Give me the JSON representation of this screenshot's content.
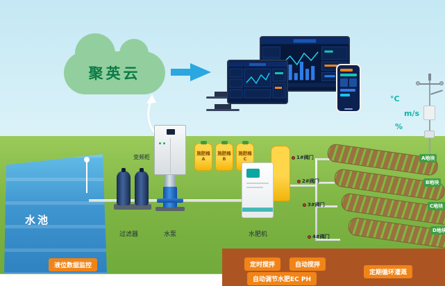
{
  "cloud": {
    "label": "聚英云"
  },
  "pool": {
    "label": "水池",
    "monitor_badge": "液位数据监控"
  },
  "equipment": {
    "cabinet_label": "变频柜",
    "filter_label": "过滤器",
    "pump_label": "水泵",
    "machine_label": "水肥机",
    "tanks": [
      "施肥桶A",
      "施肥桶B",
      "施肥桶C"
    ]
  },
  "weather_station": {
    "units": [
      "°C",
      "m/s",
      "%"
    ]
  },
  "field": {
    "plots": [
      "A地块",
      "B地块",
      "C地块",
      "D地块"
    ],
    "valves": [
      "1#阀门",
      "2#阀门",
      "3#阀门",
      "4#阀门"
    ]
  },
  "feature_badges": [
    "定时搅拌",
    "自动搅拌",
    "自动调节水肥EC PH",
    "定期循环灌溉"
  ],
  "colors": {
    "accent_orange": "#f08418",
    "cloud_green": "#93cf9e",
    "sky_blue": "#c4e8f4",
    "grass_green": "#7fb544",
    "soil_brown": "#ad5522",
    "screen_navy": "#0a1c44",
    "teal": "#14b3a6",
    "arrow_blue": "#2aa7e0"
  }
}
